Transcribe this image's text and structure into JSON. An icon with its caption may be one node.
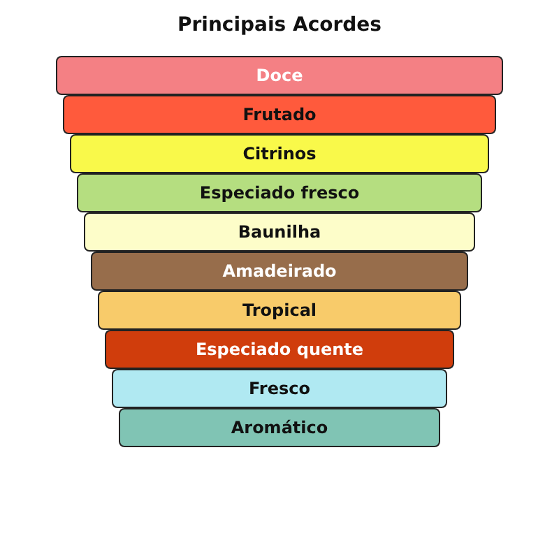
{
  "diagram": {
    "title": "Principais Acordes",
    "nodes": [
      {
        "text": [
          "Doce"
        ]
      },
      {
        "text": [
          "Frutado"
        ]
      },
      {
        "text": [
          "Citrinos"
        ]
      },
      {
        "text": [
          "Especiado fresco"
        ]
      },
      {
        "text": [
          "Baunilha"
        ]
      },
      {
        "text": [
          "Amadeirado"
        ]
      },
      {
        "text": [
          "Tropical"
        ]
      },
      {
        "text": [
          "Especiado quente"
        ]
      },
      {
        "text": [
          "Fresco"
        ]
      },
      {
        "text": [
          "Aromático"
        ]
      }
    ]
  }
}
